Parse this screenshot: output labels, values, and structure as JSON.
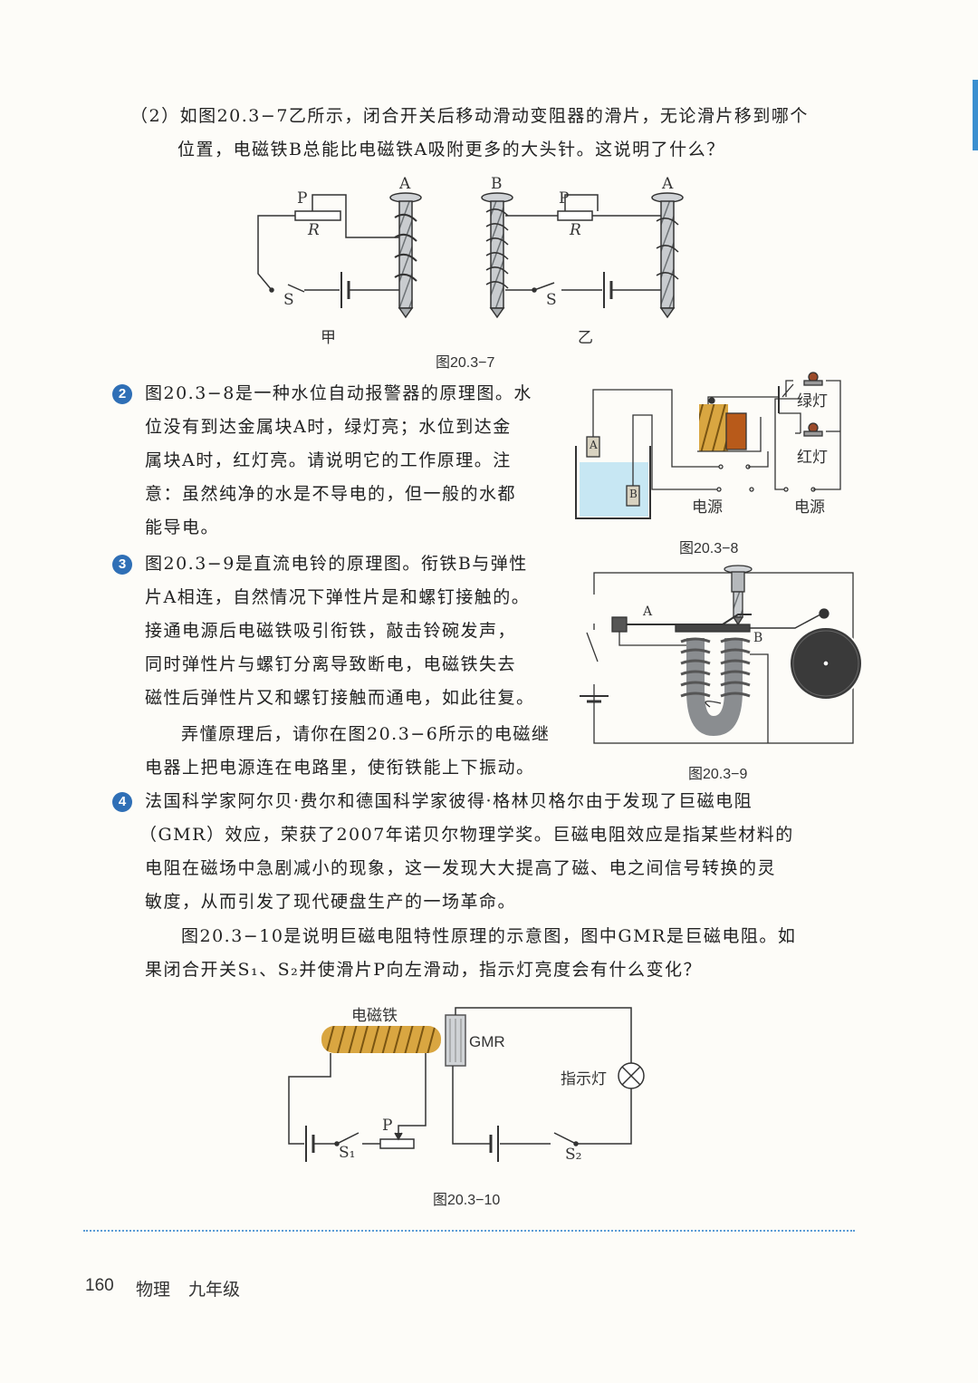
{
  "question_2": {
    "line1": "（2）如图20.3−7乙所示，闭合开关后移动滑动变阻器的滑片，无论滑片移到哪个",
    "line2": "位置，电磁铁B总能比电磁铁A吸附更多的大头针。这说明了什么？"
  },
  "fig_7": {
    "caption": "图20.3−7",
    "left_label": "甲",
    "right_label": "乙",
    "nail_a": "A",
    "nail_b": "B",
    "slider_p": "P",
    "resistor_r": "R",
    "switch_s": "S"
  },
  "item_2": {
    "number": "2",
    "lines": [
      "图20.3−8是一种水位自动报警器的原理图。水",
      "位没有到达金属块A时，绿灯亮；水位到达金",
      "属块A时，红灯亮。请说明它的工作原理。注",
      "意：虽然纯净的水是不导电的，但一般的水都",
      "能导电。"
    ]
  },
  "fig_8": {
    "caption": "图20.3−8",
    "green_lamp": "绿灯",
    "red_lamp": "红灯",
    "power1": "电源",
    "power2": "电源",
    "block_a": "A",
    "block_b": "B"
  },
  "item_3": {
    "number": "3",
    "lines": [
      "图20.3−9是直流电铃的原理图。衔铁B与弹性",
      "片A相连，自然情况下弹性片是和螺钉接触的。",
      "接通电源后电磁铁吸引衔铁，敲击铃碗发声，",
      "同时弹性片与螺钉分离导致断电，电磁铁失去",
      "磁性后弹性片又和螺钉接触而通电，如此往复。",
      "弄懂原理后，请你在图20.3−6所示的电磁继",
      "电器上把电源连在电路里，使衔铁能上下振动。"
    ]
  },
  "fig_9": {
    "caption": "图20.3−9",
    "label_a": "A",
    "label_b": "B"
  },
  "item_4": {
    "number": "4",
    "lines": [
      "法国科学家阿尔贝·费尔和德国科学家彼得·格林贝格尔由于发现了巨磁电阻",
      "（GMR）效应，荣获了2007年诺贝尔物理学奖。巨磁电阻效应是指某些材料的",
      "电阻在磁场中急剧减小的现象，这一发现大大提高了磁、电之间信号转换的灵",
      "敏度，从而引发了现代硬盘生产的一场革命。",
      "图20.3−10是说明巨磁电阻特性原理的示意图，图中GMR是巨磁电阻。如",
      "果闭合开关S₁、S₂并使滑片P向左滑动，指示灯亮度会有什么变化？"
    ]
  },
  "fig_10": {
    "caption": "图20.3−10",
    "electromagnet": "电磁铁",
    "gmr": "GMR",
    "lamp": "指示灯",
    "slider_p": "P",
    "switch_s1": "S₁",
    "switch_s2": "S₂"
  },
  "footer": {
    "page_number": "160",
    "subject": "物理",
    "grade": "九年级"
  }
}
